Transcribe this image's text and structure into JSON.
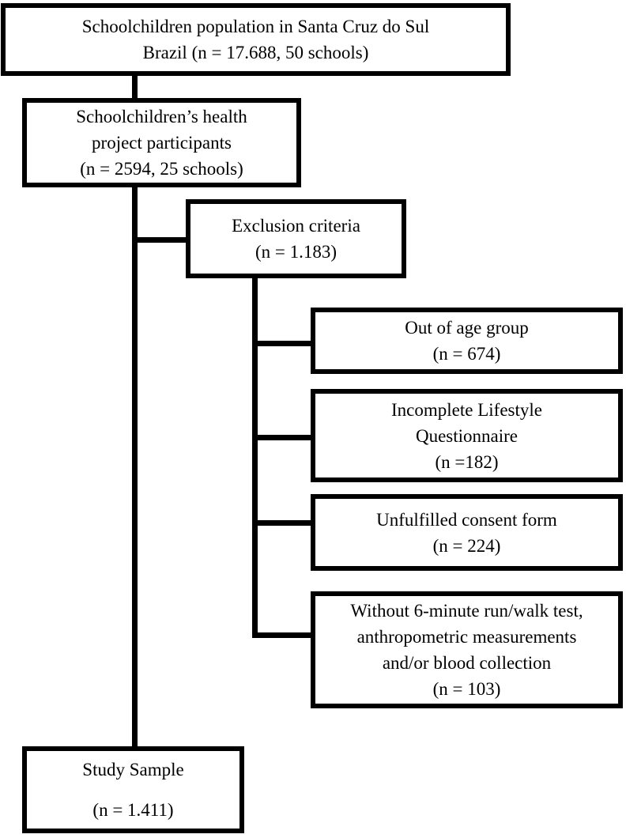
{
  "diagram": {
    "type": "flowchart",
    "topic": "Study sample selection",
    "colors": {
      "background": "#ffffff",
      "box_border": "#000000",
      "text": "#000000",
      "connector": "#000000"
    },
    "nodes": {
      "population": {
        "lines": [
          "Schoolchildren population in Santa Cruz do Sul",
          "Brazil (n = 17.688, 50 schools)"
        ]
      },
      "participants": {
        "lines": [
          "Schoolchildren’s health",
          "project participants",
          "(n = 2594, 25 schools)"
        ]
      },
      "exclusion": {
        "lines": [
          "Exclusion criteria",
          "(n = 1.183)"
        ]
      },
      "out_of_age": {
        "lines": [
          "Out of age group",
          "(n = 674)"
        ]
      },
      "incomplete_questionnaire": {
        "lines": [
          "Incomplete Lifestyle",
          "Questionnaire",
          "(n =182)"
        ]
      },
      "unfulfilled_consent": {
        "lines": [
          "Unfulfilled consent form",
          "(n = 224)"
        ]
      },
      "without_tests": {
        "lines": [
          "Without 6-minute run/walk test,",
          "anthropometric measurements",
          "and/or blood collection",
          "(n = 103)"
        ]
      },
      "study_sample": {
        "lines": [
          "Study Sample",
          "(n = 1.411)"
        ]
      }
    },
    "edges": [
      {
        "from": "population",
        "to": "participants"
      },
      {
        "from": "participants",
        "to": "exclusion"
      },
      {
        "from": "participants",
        "to": "study_sample"
      },
      {
        "from": "exclusion",
        "to": "out_of_age"
      },
      {
        "from": "exclusion",
        "to": "incomplete_questionnaire"
      },
      {
        "from": "exclusion",
        "to": "unfulfilled_consent"
      },
      {
        "from": "exclusion",
        "to": "without_tests"
      }
    ]
  }
}
